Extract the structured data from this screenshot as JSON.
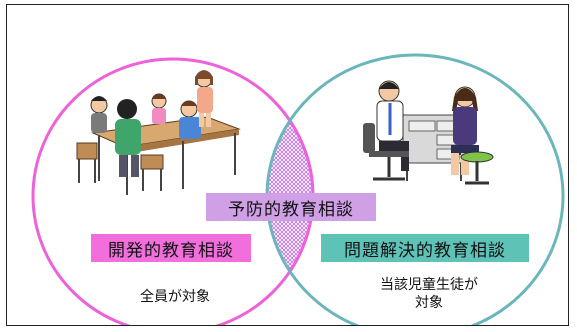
{
  "diagram": {
    "center_label": "予防的教育相談",
    "left": {
      "label": "開発的教育相談",
      "caption": "全員が対象"
    },
    "right": {
      "label": "問題解決的教育相談",
      "caption_line1": "当該児童生徒が",
      "caption_line2": "対象"
    }
  },
  "colors": {
    "left_circle": "#ee62d9",
    "right_circle": "#6bb6bb",
    "center_label_bg": "#cfa0e6",
    "left_label_bg": "#f36edd",
    "right_label_bg": "#5ec2b7",
    "overlap_fill": "#c987ea"
  },
  "illustrations": {
    "left": "classroom-group-activity-illustration",
    "right": "counseling-session-illustration"
  }
}
